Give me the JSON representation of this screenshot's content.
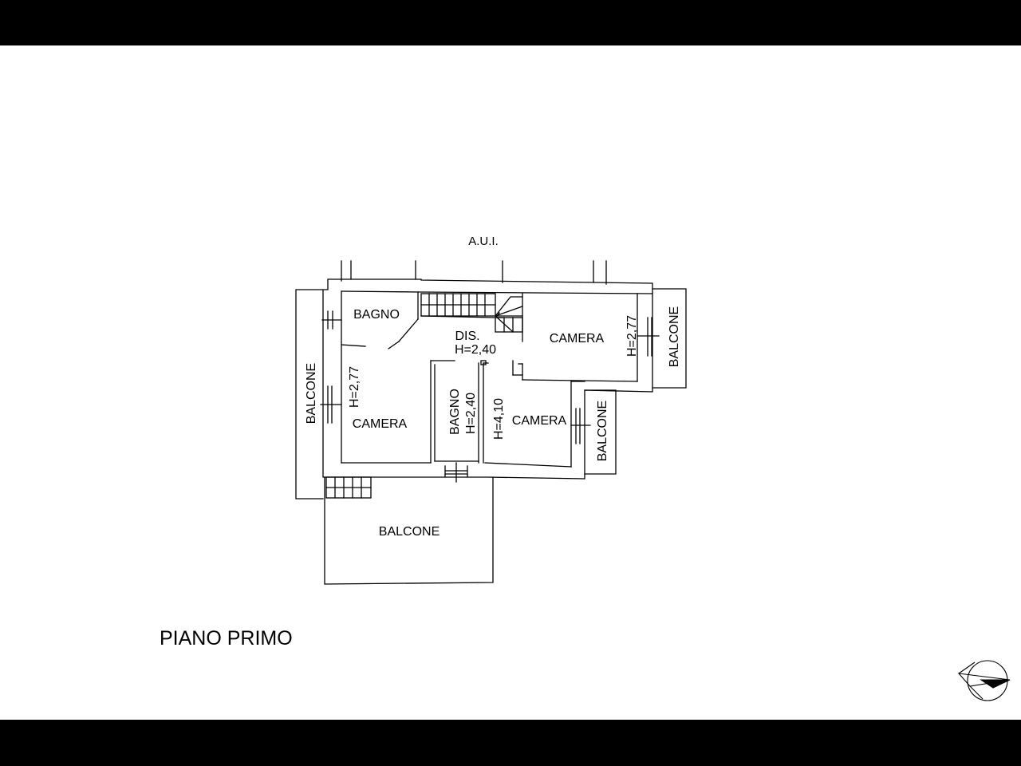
{
  "drawing": {
    "adjacent_label": "A.U.I.",
    "floor_title": "PIANO PRIMO",
    "rooms": {
      "bagno_top": "BAGNO",
      "dis_name": "DIS.",
      "dis_height": "H=2,40",
      "camera_top_right": "CAMERA",
      "camera_top_right_height": "H=2,77",
      "camera_left": "CAMERA",
      "camera_left_height": "H=2,77",
      "bagno_middle": "BAGNO",
      "bagno_middle_height": "H=2,40",
      "camera_right": "CAMERA",
      "camera_right_height": "H=4,10"
    },
    "balconies": {
      "left": "BALCONE",
      "right_top": "BALCONE",
      "right_mid": "BALCONE",
      "bottom": "BALCONE"
    },
    "compass_icon": "north-arrow-icon",
    "line_color": "#000000",
    "background_color": "#ffffff"
  }
}
